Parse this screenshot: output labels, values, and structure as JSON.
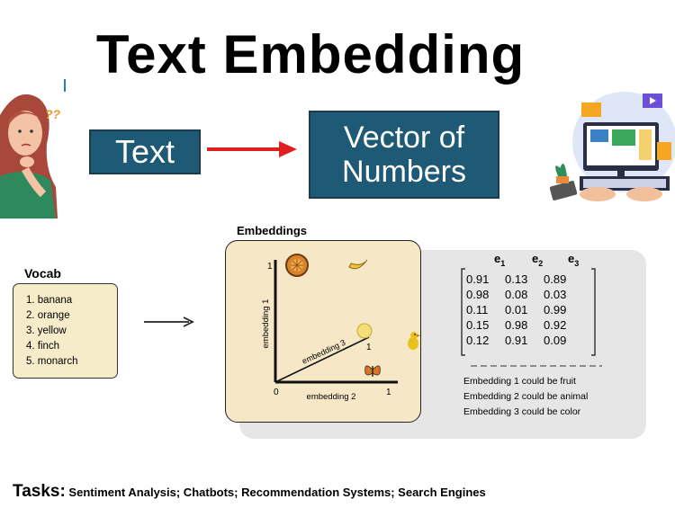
{
  "title": "Text Embedding",
  "text_box": "Text",
  "vector_box": [
    "Vector of",
    "Numbers"
  ],
  "vocab": {
    "title": "Vocab",
    "items": [
      "1. banana",
      "2. orange",
      "3. yellow",
      "4. finch",
      "5. monarch"
    ]
  },
  "embeddings": {
    "title": "Embeddings",
    "axis1": "embedding 1",
    "axis2": "embedding 2",
    "axis3": "embedding 3",
    "tick_zero": "0",
    "tick_one": "1"
  },
  "matrix": {
    "headers": [
      {
        "base": "e",
        "sub": "1"
      },
      {
        "base": "e",
        "sub": "2"
      },
      {
        "base": "e",
        "sub": "3"
      }
    ],
    "rows": [
      [
        "0.91",
        "0.13",
        "0.89"
      ],
      [
        "0.98",
        "0.08",
        "0.03"
      ],
      [
        "0.11",
        "0.01",
        "0.99"
      ],
      [
        "0.15",
        "0.98",
        "0.92"
      ],
      [
        "0.12",
        "0.91",
        "0.09"
      ]
    ]
  },
  "descriptions": [
    "Embedding 1 could be fruit",
    "Embedding 2 could be animal",
    "Embedding 3 could be color"
  ],
  "tasks": {
    "label": "Tasks:",
    "text": "Sentiment Analysis; Chatbots; Recommendation Systems; Search Engines"
  }
}
